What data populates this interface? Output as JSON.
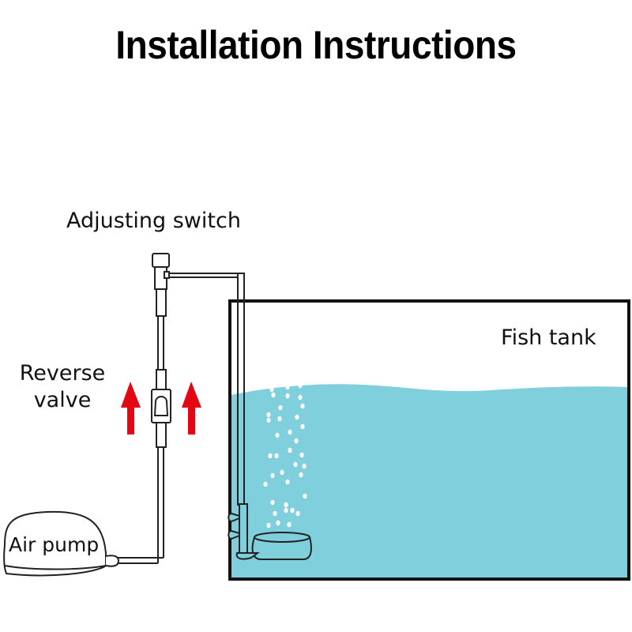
{
  "title": "Installation Instructions",
  "labels": {
    "adjusting_switch": "Adjusting switch",
    "reverse_valve_line1": "Reverse",
    "reverse_valve_line2": "valve",
    "fish_tank": "Fish tank",
    "air_pump": "Air pump"
  },
  "icons": {
    "flow_arrow_left": "arrow-up-icon",
    "flow_arrow_right": "arrow-up-icon"
  },
  "colors": {
    "water": "#7fd0dc",
    "arrow": "#e30613",
    "outline": "#111111",
    "bubble": "#ffffff"
  }
}
